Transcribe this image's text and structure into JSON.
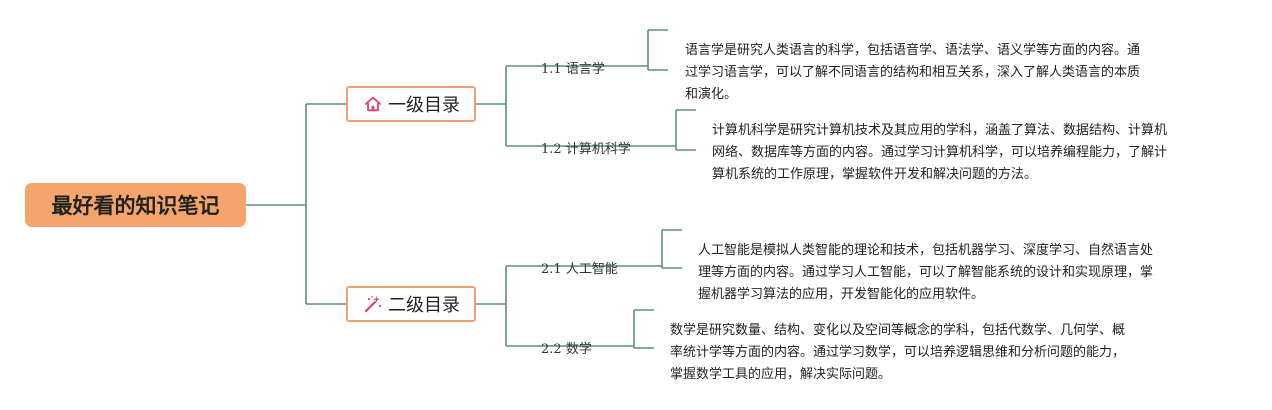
{
  "root": {
    "label": "最好看的知识笔记"
  },
  "colors": {
    "line": "#5b8f80",
    "root_fill": "#f5a56b",
    "box_border": "#f0a070",
    "icon_pink": "#d9436f"
  },
  "level1": [
    {
      "label": "一级目录",
      "icon": "house-icon"
    },
    {
      "label": "二级目录",
      "icon": "magic-wand-icon"
    }
  ],
  "topics": [
    {
      "num": "1.1",
      "title": "语言学",
      "desc": [
        "语言学是研究人类语言的科学，包括语音学、语法学、语义学等方面的内容。通",
        "过学习语言学，可以了解不同语言的结构和相互关系，深入了解人类语言的本质",
        "和演化。"
      ]
    },
    {
      "num": "1.2",
      "title": "计算机科学",
      "desc": [
        "计算机科学是研究计算机技术及其应用的学科，涵盖了算法、数据结构、计算机",
        "网络、数据库等方面的内容。通过学习计算机科学，可以培养编程能力，了解计",
        "算机系统的工作原理，掌握软件开发和解决问题的方法。"
      ]
    },
    {
      "num": "2.1",
      "title": "人工智能",
      "desc": [
        "人工智能是模拟人类智能的理论和技术，包括机器学习、深度学习、自然语言处",
        "理等方面的内容。通过学习人工智能，可以了解智能系统的设计和实现原理，掌",
        "握机器学习算法的应用，开发智能化的应用软件。"
      ]
    },
    {
      "num": "2.2",
      "title": "数学",
      "desc": [
        "数学是研究数量、结构、变化以及空间等概念的学科，包括代数学、几何学、概",
        "率统计学等方面的内容。通过学习数学，可以培养逻辑思维和分析问题的能力，",
        "掌握数学工具的应用，解决实际问题。"
      ]
    }
  ]
}
